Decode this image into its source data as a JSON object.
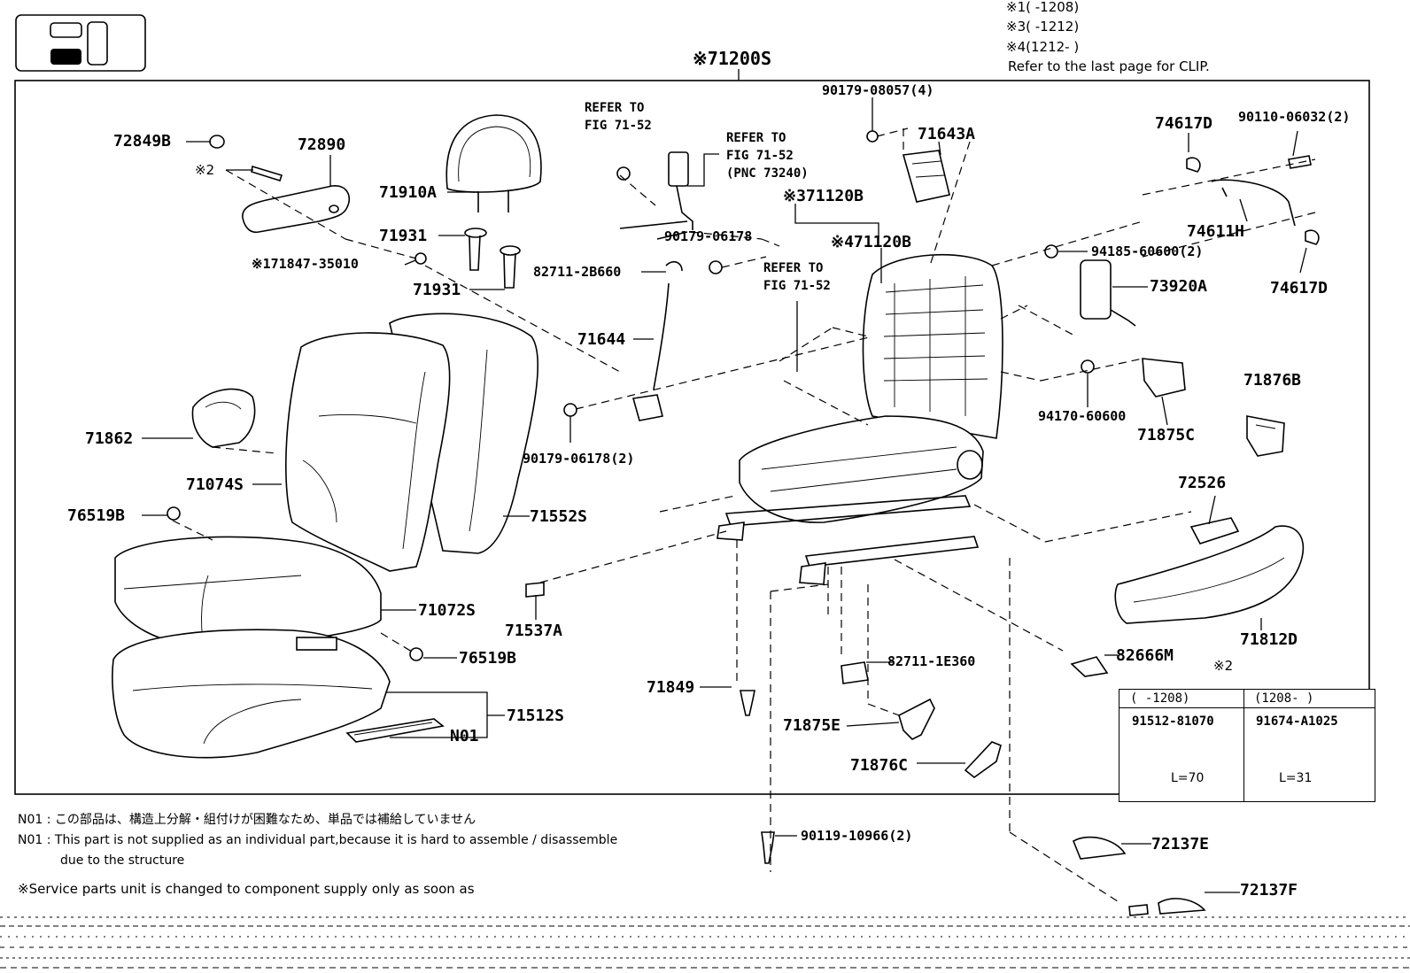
{
  "legend_footnotes": [
    {
      "mark": "※1",
      "range": "(      -1208)"
    },
    {
      "mark": "※3",
      "range": "(      -1212)"
    },
    {
      "mark": "※4",
      "range": "(1212-      )"
    }
  ],
  "clip_note": "Refer to the last page for CLIP.",
  "assembly_label": "※71200S",
  "parts": {
    "p72849B": "72849B",
    "p72890": "72890",
    "p2mark": "※2",
    "p71910A": "71910A",
    "p71931a": "71931",
    "p71931b": "71931",
    "p171847": "※171847-35010",
    "p71862": "71862",
    "p71074S": "71074S",
    "p76519B_a": "76519B",
    "p71552S": "71552S",
    "p71072S": "71072S",
    "p76519B_b": "76519B",
    "p71512S": "71512S",
    "pN01": "N01",
    "p71537A": "71537A",
    "p71849": "71849",
    "p71644": "71644",
    "p82711_2B660": "82711-2B660",
    "p90179_06178": "90179-06178",
    "p90179_06178_2": "90179-06178(2)",
    "p90179_08057": "90179-08057(4)",
    "p71643A": "71643A",
    "p371120B": "※371120B",
    "p471120B": "※471120B",
    "p74617D_a": "74617D",
    "p90110_06032": "90110-06032(2)",
    "p74611H": "74611H",
    "p74617D_b": "74617D",
    "p94185_60600": "94185-60600(2)",
    "p73920A": "73920A",
    "p94170_60600": "94170-60600",
    "p71875C": "71875C",
    "p71876B": "71876B",
    "p72526": "72526",
    "p71812D": "71812D",
    "p82666M": "82666M",
    "p82711_1E360": "82711-1E360",
    "p71875E": "71875E",
    "p71876C": "71876C",
    "p90119_10966": "90119-10966(2)",
    "p72137E": "72137E",
    "p72137F": "72137F"
  },
  "refer_notes": {
    "r1_line1": "REFER TO",
    "r1_line2": "FIG 71-52",
    "r2_line1": "REFER TO",
    "r2_line2": "FIG 71-52",
    "r2_line3": "(PNC 73240)",
    "r3_line1": "REFER TO",
    "r3_line2": "FIG 71-52"
  },
  "bolt_table": {
    "mark": "※2",
    "col1_header": "(     -1208)",
    "col2_header": "(1208-     )",
    "col1_part": "91512-81070",
    "col2_part": "91674-A1025",
    "col1_length": "L=70",
    "col2_length": "L=31"
  },
  "notes": {
    "n01_jp_code": "N01 :",
    "n01_jp": "この部品は、構造上分解・組付けが困難なため、単品では補給していません",
    "n01_en_code": "N01 :",
    "n01_en": "This part is not supplied as an individual part,because it is hard to assemble / disassemble",
    "n01_en_2": "due to the structure",
    "service_note": "※Service parts unit is changed to component supply only as soon as"
  }
}
